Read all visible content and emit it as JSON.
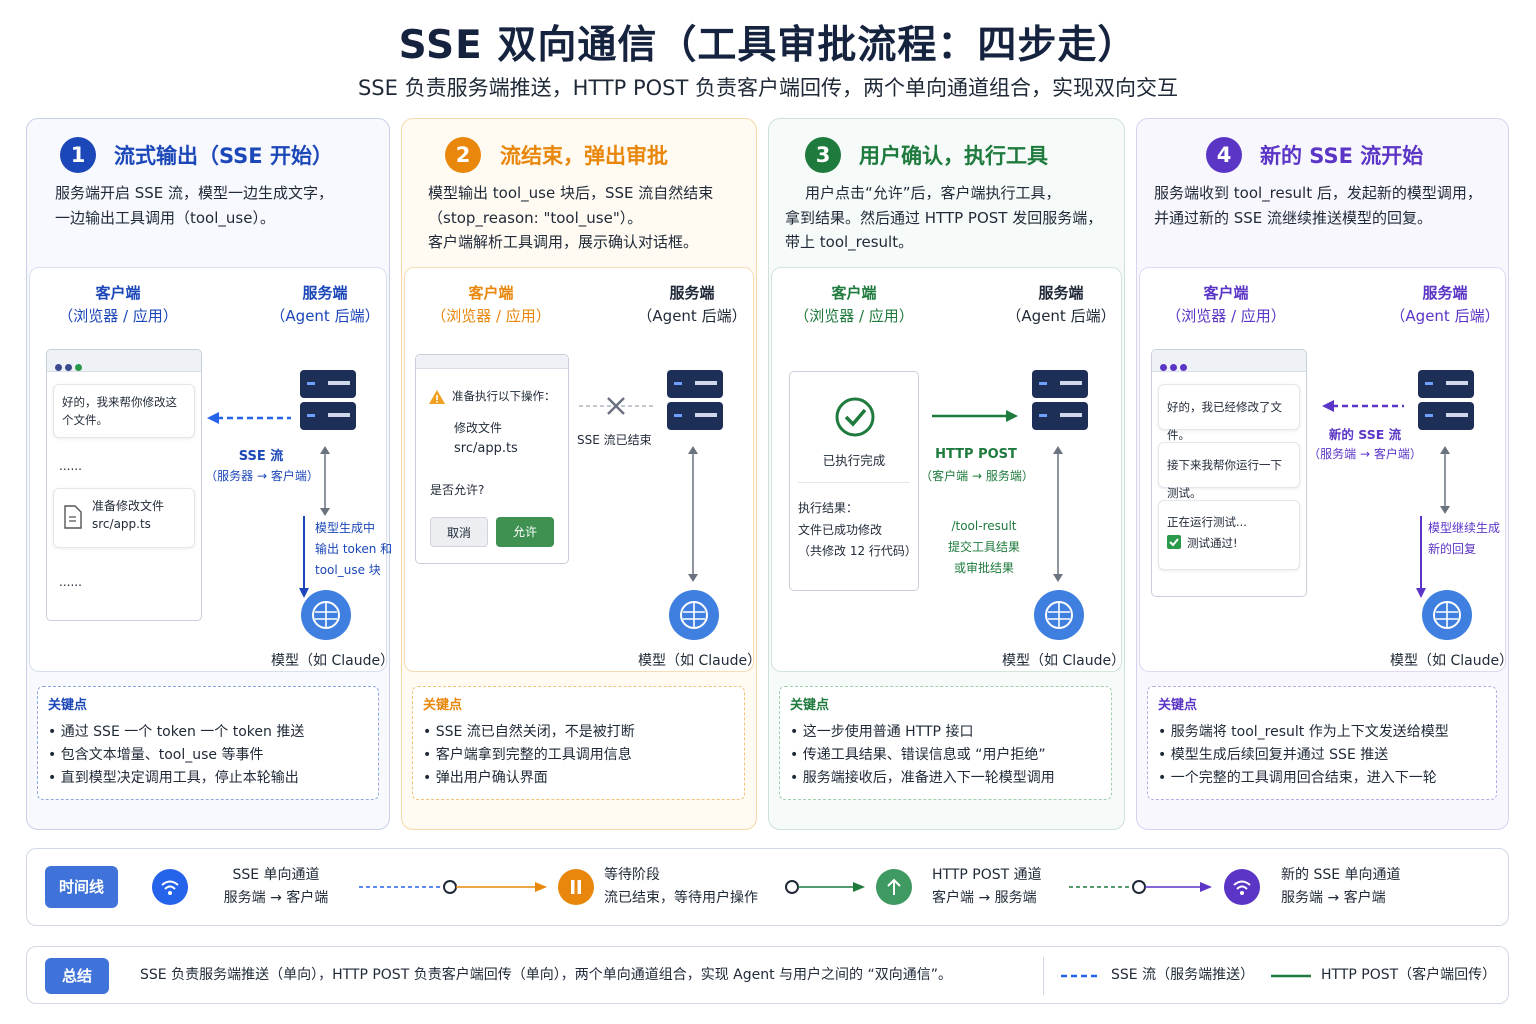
{
  "title": "SSE 双向通信（工具审批流程：四步走）",
  "subtitle": "SSE 负责服务端推送，HTTP POST 负责客户端回传，两个单向通道组合，实现双向交互",
  "colors": {
    "blue": "#1c47b8",
    "orange": "#e8870c",
    "green": "#1e7a3d",
    "purple": "#5b35c6"
  },
  "common": {
    "client": "客户端",
    "client_sub": "（浏览器 / 应用）",
    "server": "服务端",
    "server_sub": "（Agent 后端）",
    "model": "模型（如 Claude）",
    "key_title": "关键点"
  },
  "p1": {
    "num": "1",
    "title": "流式输出（SSE 开始）",
    "desc": [
      "服务端开启 SSE 流，模型一边生成文字，",
      "一边输出工具调用（tool_use）。"
    ],
    "msg1": "好的，我来帮你修改这个文件。",
    "ellipsis": "......",
    "file_label": "准备修改文件",
    "file_name": "src/app.ts",
    "arrow_label": "SSE 流",
    "arrow_sub": "（服务器 → 客户端）",
    "model_note": [
      "模型生成中",
      "输出 token 和",
      "tool_use 块"
    ],
    "keys": [
      "通过 SSE 一个 token 一个 token 推送",
      "包含文本增量、tool_use 等事件",
      "直到模型决定调用工具，停止本轮输出"
    ]
  },
  "p2": {
    "num": "2",
    "title": "流结束，弹出审批",
    "desc": [
      "模型输出 tool_use 块后，SSE 流自然结束",
      "（stop_reason: \"tool_use\"）。",
      "客户端解析工具调用，展示确认对话框。"
    ],
    "dialog_title": "准备执行以下操作：",
    "dialog_action": "修改文件",
    "dialog_file": "src/app.ts",
    "dialog_q": "是否允许?",
    "cancel": "取消",
    "allow": "允许",
    "ended": "SSE 流已结束",
    "keys": [
      "SSE 流已自然关闭，不是被打断",
      "客户端拿到完整的工具调用信息",
      "弹出用户确认界面"
    ]
  },
  "p3": {
    "num": "3",
    "title": "用户确认，执行工具",
    "desc": [
      "用户点击“允许”后，客户端执行工具，",
      "拿到结果。然后通过 HTTP POST 发回服务端，",
      "带上 tool_result。"
    ],
    "done": "已执行完成",
    "result_title": "执行结果：",
    "result_1": "文件已成功修改",
    "result_2": "（共修改 12 行代码）",
    "arrow_label": "HTTP POST",
    "arrow_sub": "（客户端 → 服务端）",
    "post_note": [
      "/tool-result",
      "提交工具结果",
      "或审批结果"
    ],
    "keys": [
      "这一步使用普通 HTTP 接口",
      "传递工具结果、错误信息或 “用户拒绝”",
      "服务端接收后，准备进入下一轮模型调用"
    ]
  },
  "p4": {
    "num": "4",
    "title": "新的 SSE 流开始",
    "desc": [
      "服务端收到 tool_result 后，发起新的模型调用，",
      "并通过新的 SSE 流继续推送模型的回复。"
    ],
    "msg1": "好的，我已经修改了文件。",
    "msg2": "接下来我帮你运行一下测试。",
    "msg3": "正在运行测试...",
    "msg4": "测试通过!",
    "arrow_label": "新的 SSE 流",
    "arrow_sub": "（服务端 → 客户端）",
    "model_note": [
      "模型继续生成",
      "新的回复"
    ],
    "keys": [
      "服务端将 tool_result 作为上下文发送给模型",
      "模型生成后续回复并通过 SSE 推送",
      "一个完整的工具调用回合结束，进入下一轮"
    ]
  },
  "timeline": {
    "tag": "时间线",
    "steps": [
      {
        "t1": "SSE 单向通道",
        "t2": "服务端 → 客户端"
      },
      {
        "t1": "等待阶段",
        "t2": "流已结束，等待用户操作"
      },
      {
        "t1": "HTTP POST 通道",
        "t2": "客户端 → 服务端"
      },
      {
        "t1": "新的 SSE 单向通道",
        "t2": "服务端 → 客户端"
      }
    ]
  },
  "summary": {
    "tag": "总结",
    "text": "SSE 负责服务端推送（单向），HTTP POST 负责客户端回传（单向），两个单向通道组合，实现 Agent 与用户之间的 “双向通信”。",
    "legend_sse": "SSE 流（服务端推送）",
    "legend_post": "HTTP POST（客户端回传）"
  }
}
